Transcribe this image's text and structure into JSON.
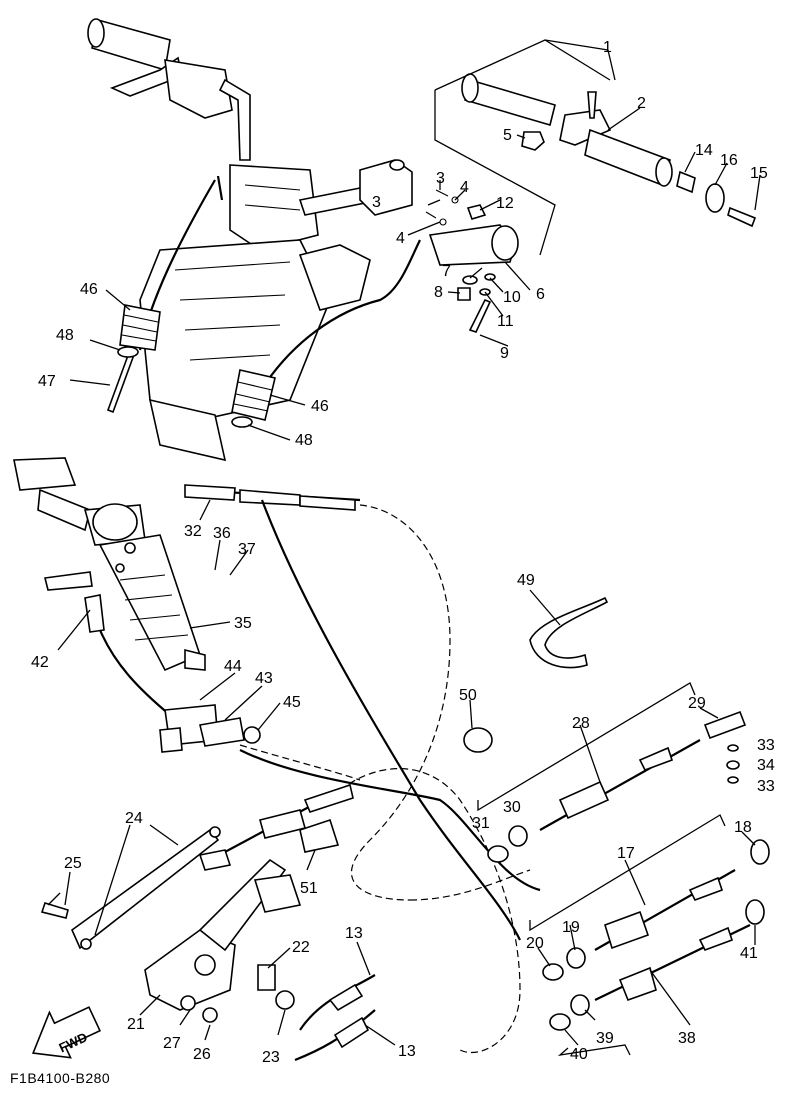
{
  "figure_code": "F1B4100-B280",
  "fwd_label": "FWD",
  "callouts": [
    "1",
    "2",
    "3",
    "3",
    "4",
    "4",
    "5",
    "6",
    "7",
    "8",
    "9",
    "10",
    "11",
    "12",
    "13",
    "13",
    "14",
    "15",
    "16",
    "17",
    "18",
    "19",
    "20",
    "21",
    "22",
    "23",
    "24",
    "25",
    "26",
    "27",
    "28",
    "29",
    "30",
    "31",
    "32",
    "33",
    "33",
    "34",
    "35",
    "36",
    "37",
    "38",
    "39",
    "40",
    "41",
    "42",
    "43",
    "44",
    "45",
    "46",
    "46",
    "47",
    "48",
    "48",
    "49",
    "50",
    "51"
  ]
}
